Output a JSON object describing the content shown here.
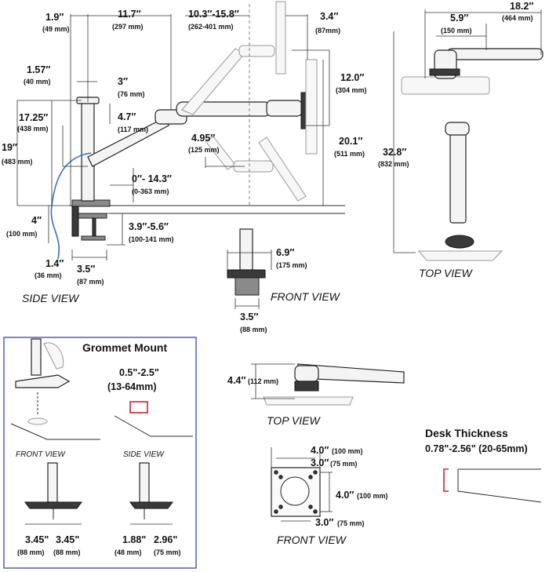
{
  "side_view": {
    "label": "SIDE VIEW",
    "dims": {
      "d1": {
        "in": "1.9″",
        "mm": "(49 mm)"
      },
      "d2": {
        "in": "11.7″",
        "mm": "(297 mm)"
      },
      "d3": {
        "in": "10.3″-15.8″",
        "mm": "(262-401 mm)"
      },
      "d4": {
        "in": "3.4″",
        "mm": "(87mm)"
      },
      "d5": {
        "in": "1.57″",
        "mm": "(40 mm)"
      },
      "d6": {
        "in": "3″",
        "mm": "(76 mm)"
      },
      "d7": {
        "in": "17.25″",
        "mm": "(438 mm)"
      },
      "d8": {
        "in": "4.7″",
        "mm": "(117 mm)"
      },
      "d9": {
        "in": "12.0″",
        "mm": "(304 mm)"
      },
      "d10": {
        "in": "19″",
        "mm": "(483 mm)"
      },
      "d11": {
        "in": "4.95″",
        "mm": "(125 mm)"
      },
      "d12": {
        "in": "20.1″",
        "mm": "(511 mm)"
      },
      "d13": {
        "in": "0″- 14.3″",
        "mm": "(0-363 mm)"
      },
      "d14": {
        "in": "4″",
        "mm": "(100 mm)"
      },
      "d15": {
        "in": "3.9″-5.6″",
        "mm": "(100-141 mm)"
      },
      "d16": {
        "in": "1.4″",
        "mm": "(36 mm)"
      },
      "d17": {
        "in": "3.5″",
        "mm": "(87 mm)"
      }
    }
  },
  "top_view_right": {
    "label": "TOP VIEW",
    "dims": {
      "w1": {
        "in": "18.2″",
        "mm": "(464 mm)"
      },
      "w2": {
        "in": "5.9″",
        "mm": "(150 mm)"
      },
      "h1": {
        "in": "32.8″",
        "mm": "(832 mm)"
      }
    }
  },
  "front_view_clamp": {
    "label": "FRONT VIEW",
    "dims": {
      "a": {
        "in": "6.9″",
        "mm": "(175 mm)"
      },
      "b": {
        "in": "3.5″",
        "mm": "(88 mm)"
      }
    }
  },
  "top_view_mid": {
    "label": "TOP VIEW",
    "dims": {
      "a": {
        "in": "4.4″",
        "mm": "(112 mm)"
      }
    }
  },
  "front_view_vesa": {
    "label": "FRONT VIEW",
    "dims": {
      "top1": {
        "in": "4.0″",
        "mm": "(100 mm)"
      },
      "top2": {
        "in": "3.0″",
        "mm": "(75 mm)"
      },
      "right": {
        "in": "4.0″",
        "mm": "(100 mm)"
      },
      "bottom": {
        "in": "3.0″",
        "mm": "(75 mm)"
      }
    }
  },
  "grommet": {
    "title": "Grommet Mount",
    "range": "0.5\"-2.5\"",
    "range_mm": "(13-64mm)",
    "front_label": "FRONT VIEW",
    "side_label": "SIDE VIEW",
    "f1": {
      "in": "3.45\"",
      "mm": "(88 mm)"
    },
    "f2": {
      "in": "3.45\"",
      "mm": "(88 mm)"
    },
    "s1": {
      "in": "1.88\"",
      "mm": "(48 mm)"
    },
    "s2": {
      "in": "2.96\"",
      "mm": "(75 mm)"
    }
  },
  "desk": {
    "title": "Desk Thickness",
    "range": "0.78\"-2.56\" (20-65mm)"
  },
  "colors": {
    "cable": "#3a6fc4",
    "highlight": "#d0202a",
    "linework": "#2b2b2b"
  }
}
